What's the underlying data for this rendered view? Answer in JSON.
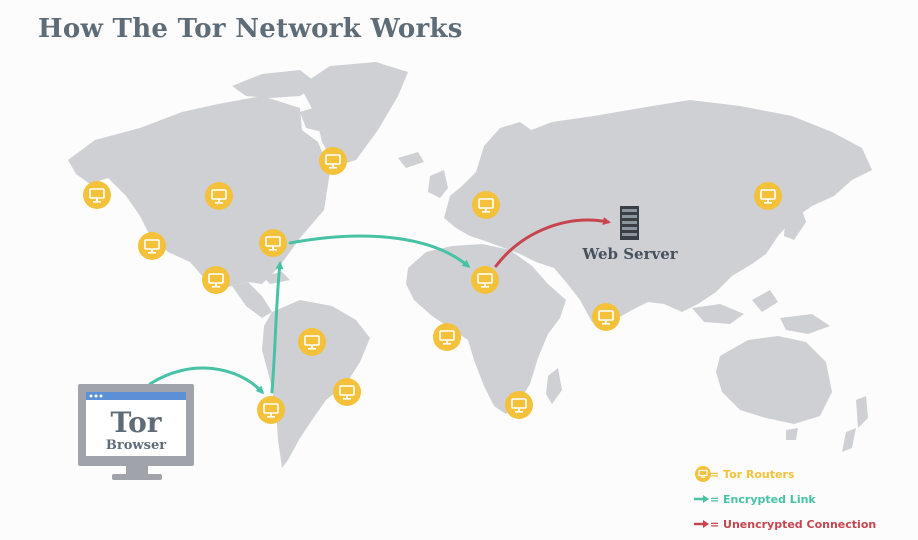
{
  "title": "How The Tor Network Works",
  "browser": {
    "line1": "Tor",
    "line2": "Browser"
  },
  "server": {
    "label": "Web Server"
  },
  "legend": {
    "routers": "= Tor Routers",
    "encrypted": "= Encrypted Link",
    "unencrypted": "= Unencrypted Connection"
  },
  "colors": {
    "router": "#f3c13a",
    "encrypted": "#47c2a4",
    "unencrypted": "#c8444e",
    "land": "#cfd0d4",
    "title": "#5e6c78"
  },
  "icons": {
    "router": "monitor-icon",
    "server": "server-rack-icon",
    "browser": "computer-monitor-icon"
  }
}
